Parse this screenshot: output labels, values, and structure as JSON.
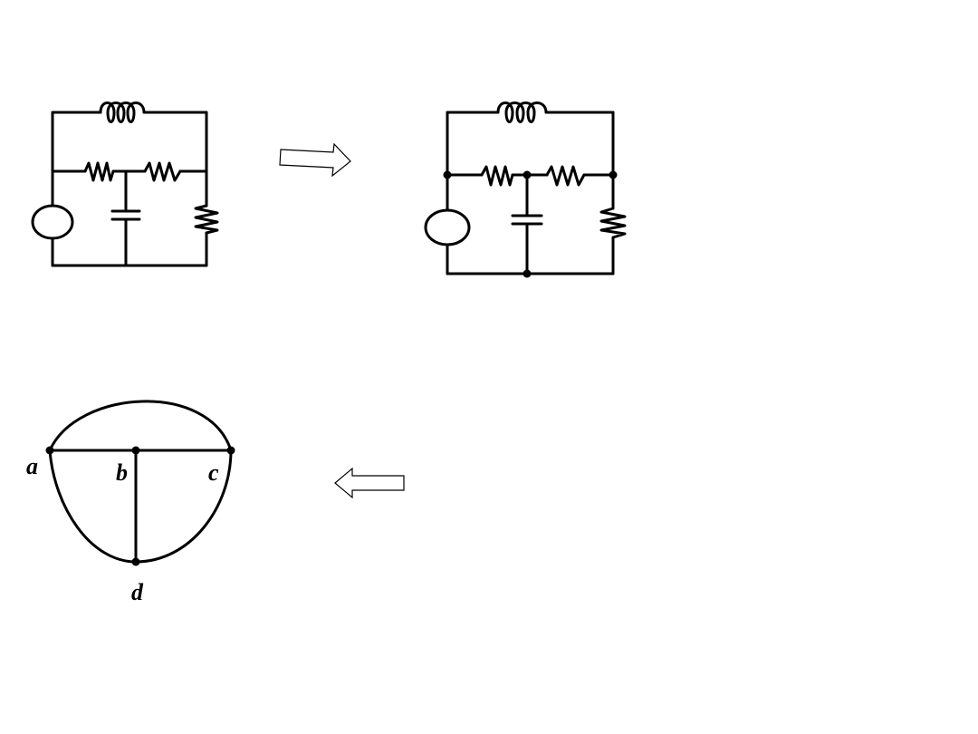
{
  "graph": {
    "nodes": [
      {
        "id": "a",
        "label": "a"
      },
      {
        "id": "b",
        "label": "b"
      },
      {
        "id": "c",
        "label": "c"
      },
      {
        "id": "d",
        "label": "d"
      }
    ],
    "edges": [
      {
        "from": "a",
        "to": "b",
        "kind": "line"
      },
      {
        "from": "b",
        "to": "c",
        "kind": "line"
      },
      {
        "from": "b",
        "to": "d",
        "kind": "line"
      },
      {
        "from": "a",
        "to": "c",
        "kind": "arc"
      },
      {
        "from": "a",
        "to": "d",
        "kind": "arc"
      },
      {
        "from": "d",
        "to": "c",
        "kind": "arc"
      }
    ]
  },
  "circuits": {
    "original": {
      "components": [
        "inductor",
        "resistor",
        "resistor",
        "capacitor",
        "resistor",
        "source"
      ],
      "nodes_marked": false
    },
    "marked": {
      "components": [
        "inductor",
        "resistor",
        "resistor",
        "capacitor",
        "resistor",
        "source"
      ],
      "nodes_marked": true
    }
  },
  "arrows": {
    "step1": {
      "direction": "right"
    },
    "step2": {
      "direction": "left"
    }
  }
}
